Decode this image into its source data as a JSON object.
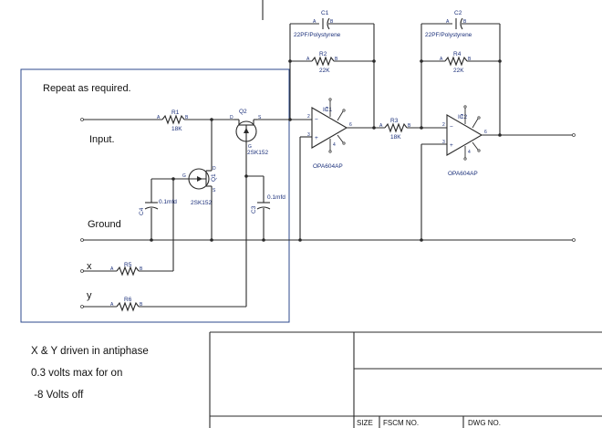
{
  "region_label": "Repeat as required.",
  "nets": {
    "input": "Input.",
    "ground": "Ground",
    "x": "x",
    "y": "y"
  },
  "components": {
    "C1": {
      "ref": "C1",
      "value": "22PF/Polystyrene"
    },
    "C2": {
      "ref": "C2",
      "value": "22PF/Polystyrene"
    },
    "R1": {
      "ref": "R1",
      "value": "18K"
    },
    "R2": {
      "ref": "R2",
      "value": "22K"
    },
    "R3": {
      "ref": "R3",
      "value": "18K"
    },
    "R4": {
      "ref": "R4",
      "value": "22K"
    },
    "R5": {
      "ref": "R5"
    },
    "R6": {
      "ref": "R6"
    },
    "Q1": {
      "ref": "Q1",
      "value": "2SK152"
    },
    "Q2": {
      "ref": "Q2",
      "value": "2SK152"
    },
    "C3": {
      "ref": "C3",
      "value": "0.1mfd"
    },
    "C4": {
      "ref": "C4",
      "value": "0.1mfd"
    },
    "U1": {
      "ref": "IC1",
      "value": "OPA604AP"
    },
    "U2": {
      "ref": "IC2",
      "value": "OPA604AP"
    }
  },
  "pin_letters": {
    "a": "A",
    "b": "B"
  },
  "opamp_pins": {
    "p2": "2",
    "p3": "3",
    "p6": "6",
    "p7": "7",
    "p4": "4",
    "minus": "−",
    "plus": "+"
  },
  "fet_pins": {
    "d": "D",
    "g": "G",
    "s": "S"
  },
  "notes": [
    "X & Y driven in antiphase",
    "0.3 volts max for on",
    " -8 Volts off"
  ],
  "title_block": {
    "size_label": "SIZE",
    "fscm_label": "FSCM NO.",
    "dwg_label": "DWG NO."
  }
}
